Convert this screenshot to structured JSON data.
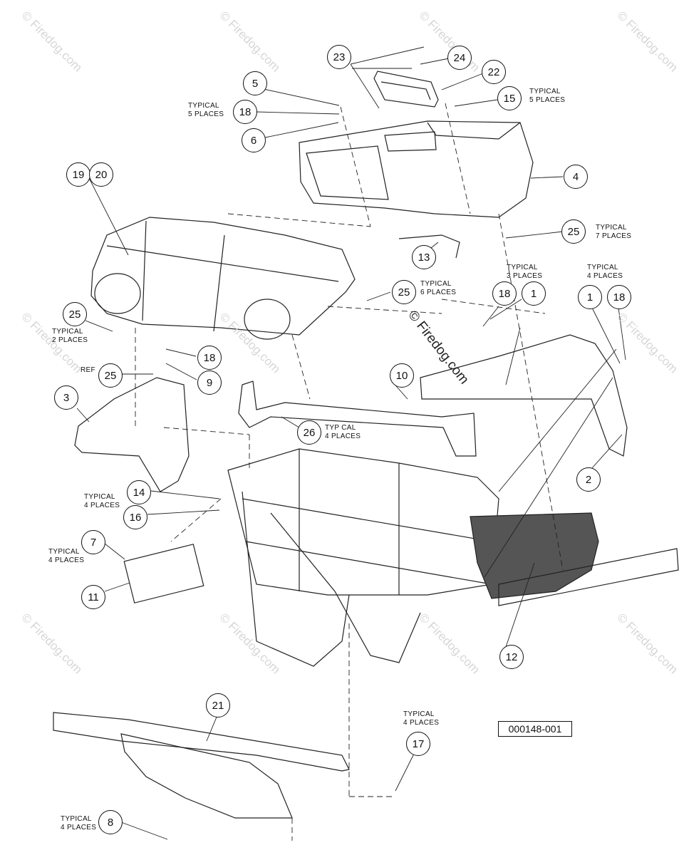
{
  "watermark_text": "© Firedog.com",
  "center_watermark": "© Firedog.com",
  "part_number": "000148-001",
  "callouts": [
    {
      "id": "c23",
      "label": "23"
    },
    {
      "id": "c24",
      "label": "24"
    },
    {
      "id": "c22",
      "label": "22"
    },
    {
      "id": "c5",
      "label": "5"
    },
    {
      "id": "c18a",
      "label": "18"
    },
    {
      "id": "c6",
      "label": "6"
    },
    {
      "id": "c15",
      "label": "15"
    },
    {
      "id": "c4",
      "label": "4"
    },
    {
      "id": "c19",
      "label": "19"
    },
    {
      "id": "c20",
      "label": "20"
    },
    {
      "id": "c25a",
      "label": "25"
    },
    {
      "id": "c13",
      "label": "13"
    },
    {
      "id": "c25b",
      "label": "25"
    },
    {
      "id": "c18b",
      "label": "18"
    },
    {
      "id": "c1a",
      "label": "1"
    },
    {
      "id": "c1b",
      "label": "1"
    },
    {
      "id": "c18c",
      "label": "18"
    },
    {
      "id": "c25c",
      "label": "25"
    },
    {
      "id": "c18d",
      "label": "18"
    },
    {
      "id": "c25d",
      "label": "25"
    },
    {
      "id": "c9",
      "label": "9"
    },
    {
      "id": "c10",
      "label": "10"
    },
    {
      "id": "c3",
      "label": "3"
    },
    {
      "id": "c26",
      "label": "26"
    },
    {
      "id": "c2",
      "label": "2"
    },
    {
      "id": "c14",
      "label": "14"
    },
    {
      "id": "c16",
      "label": "16"
    },
    {
      "id": "c7",
      "label": "7"
    },
    {
      "id": "c11",
      "label": "11"
    },
    {
      "id": "c12",
      "label": "12"
    },
    {
      "id": "c21",
      "label": "21"
    },
    {
      "id": "c17",
      "label": "17"
    },
    {
      "id": "c8",
      "label": "8"
    }
  ],
  "notes": [
    {
      "id": "n5",
      "lines": [
        "TYPICAL",
        "5 PLACES"
      ]
    },
    {
      "id": "n15",
      "lines": [
        "TYPICAL",
        "5 PLACES"
      ]
    },
    {
      "id": "n25a",
      "lines": [
        "TYPICAL",
        "7 PLACES"
      ]
    },
    {
      "id": "n25b",
      "lines": [
        "TYPICAL",
        "6 PLACES"
      ]
    },
    {
      "id": "n18b",
      "lines": [
        "TYPICAL",
        "3 PLACES"
      ]
    },
    {
      "id": "n1b",
      "lines": [
        "TYPICAL",
        "4 PLACES"
      ]
    },
    {
      "id": "n25c",
      "lines": [
        "TYPICAL",
        "2 PLACES"
      ]
    },
    {
      "id": "nref",
      "lines": [
        "REF"
      ]
    },
    {
      "id": "n26",
      "lines": [
        "TYP CAL",
        "4 PLACES"
      ]
    },
    {
      "id": "n14",
      "lines": [
        "TYPICAL",
        "4 PLACES"
      ]
    },
    {
      "id": "n7",
      "lines": [
        "TYPICAL",
        "4 PLACES"
      ]
    },
    {
      "id": "n17",
      "lines": [
        "TYPICAL",
        "4 PLACES"
      ]
    },
    {
      "id": "n8",
      "lines": [
        "TYPICAL",
        "4 PLACES"
      ]
    }
  ]
}
